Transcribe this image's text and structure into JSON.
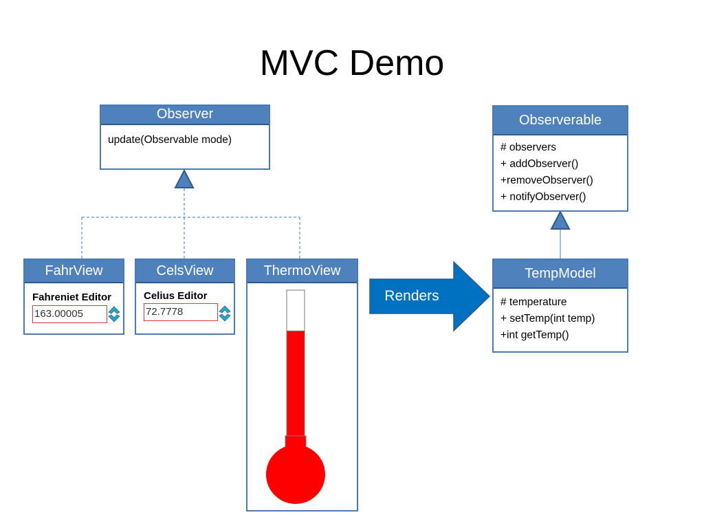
{
  "title": "MVC Demo",
  "observer": {
    "name": "Observer",
    "methods": [
      "update(Observable mode)"
    ]
  },
  "observable": {
    "name": "Observerable",
    "members": [
      "# observers",
      "+ addObserver()",
      "+removeObserver()",
      "+ notifyObserver()"
    ]
  },
  "temp_model": {
    "name": "TempModel",
    "members": [
      "# temperature",
      "+ setTemp(int temp)",
      "+int getTemp()"
    ]
  },
  "fahr_view": {
    "name": "FahrView",
    "editor_title": "Fahreniet Editor",
    "value": "163.00005"
  },
  "cels_view": {
    "name": "CelsView",
    "editor_title": "Celius Editor",
    "value": "72.7778"
  },
  "thermo_view": {
    "name": "ThermoView",
    "fill_fraction": 0.72
  },
  "renders_label": "Renders",
  "colors": {
    "header": "#4f81bd",
    "border": "#4a7ab4",
    "arrow": "#0070c0",
    "mercury": "#ff0000",
    "dashed": "#5b8fd0"
  }
}
